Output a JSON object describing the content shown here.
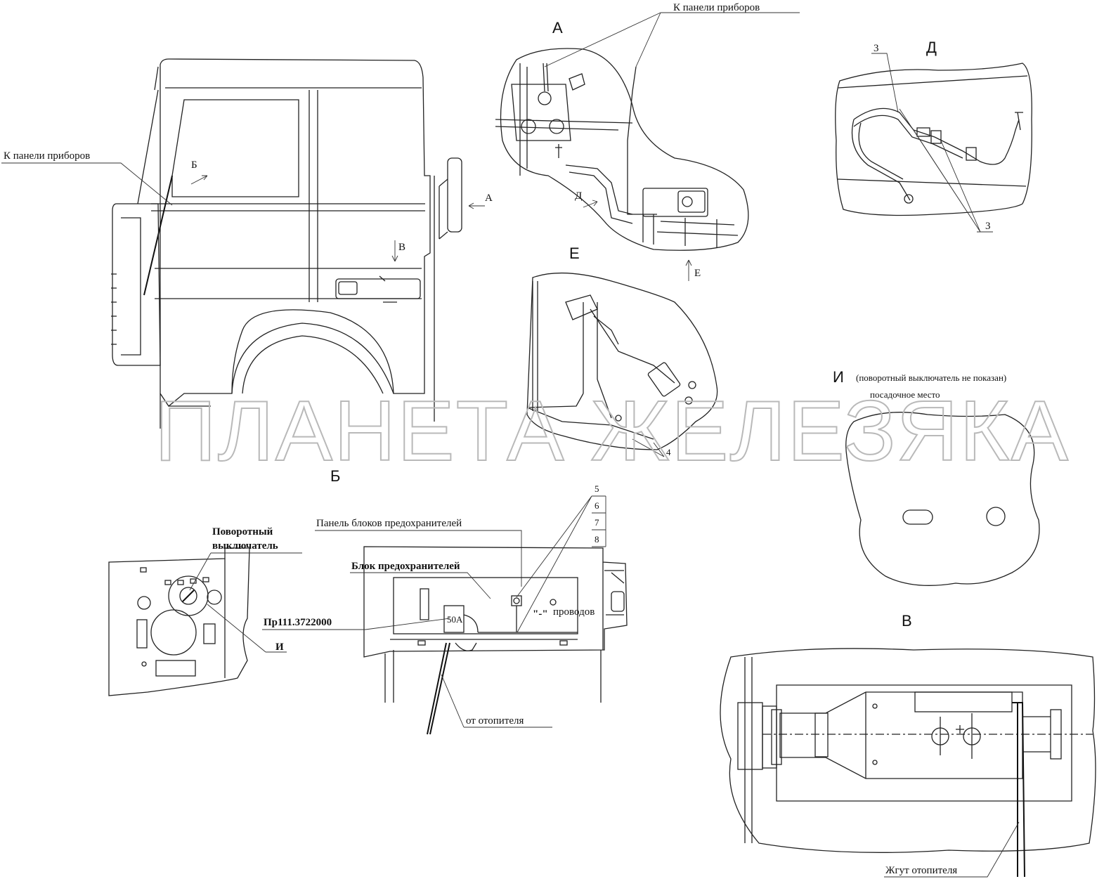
{
  "labels": {
    "to_panel_left": "К панели приборов",
    "to_panel_top": "К панели приборов",
    "view_a": "А",
    "view_a_arrow": "А",
    "view_b": "Б",
    "view_b_arrow": "Б",
    "view_v": "В",
    "view_v_arrow": "В",
    "view_d": "Д",
    "view_d_arrow": "Д",
    "view_e": "Е",
    "view_e_arrow": "Е",
    "view_i": "И",
    "view_i_leader": "И",
    "view_i_note": "(поворотный выключатель не показан)",
    "mounting_place": "посадочное место",
    "rotary_switch_line1": "Поворотный",
    "rotary_switch_line2": "выключатель",
    "fuse_panel": "Панель блоков предохранителей",
    "fuse_block": "Блок предохранителей",
    "part_number": "Пр111.3722000",
    "fuse_rating": "50А",
    "minus_wires_sign": "\"-\"",
    "minus_wires_text": "проводов",
    "from_heater": "от отопителя",
    "heater_harness": "Жгут отопителя",
    "pos_3_top": "3",
    "pos_3_bottom": "3",
    "pos_4": "4",
    "pos_5": "5",
    "pos_6": "6",
    "pos_7": "7",
    "pos_8": "8"
  },
  "watermark": "ПЛАНЕТА ЖЕЛЕЗЯКА"
}
